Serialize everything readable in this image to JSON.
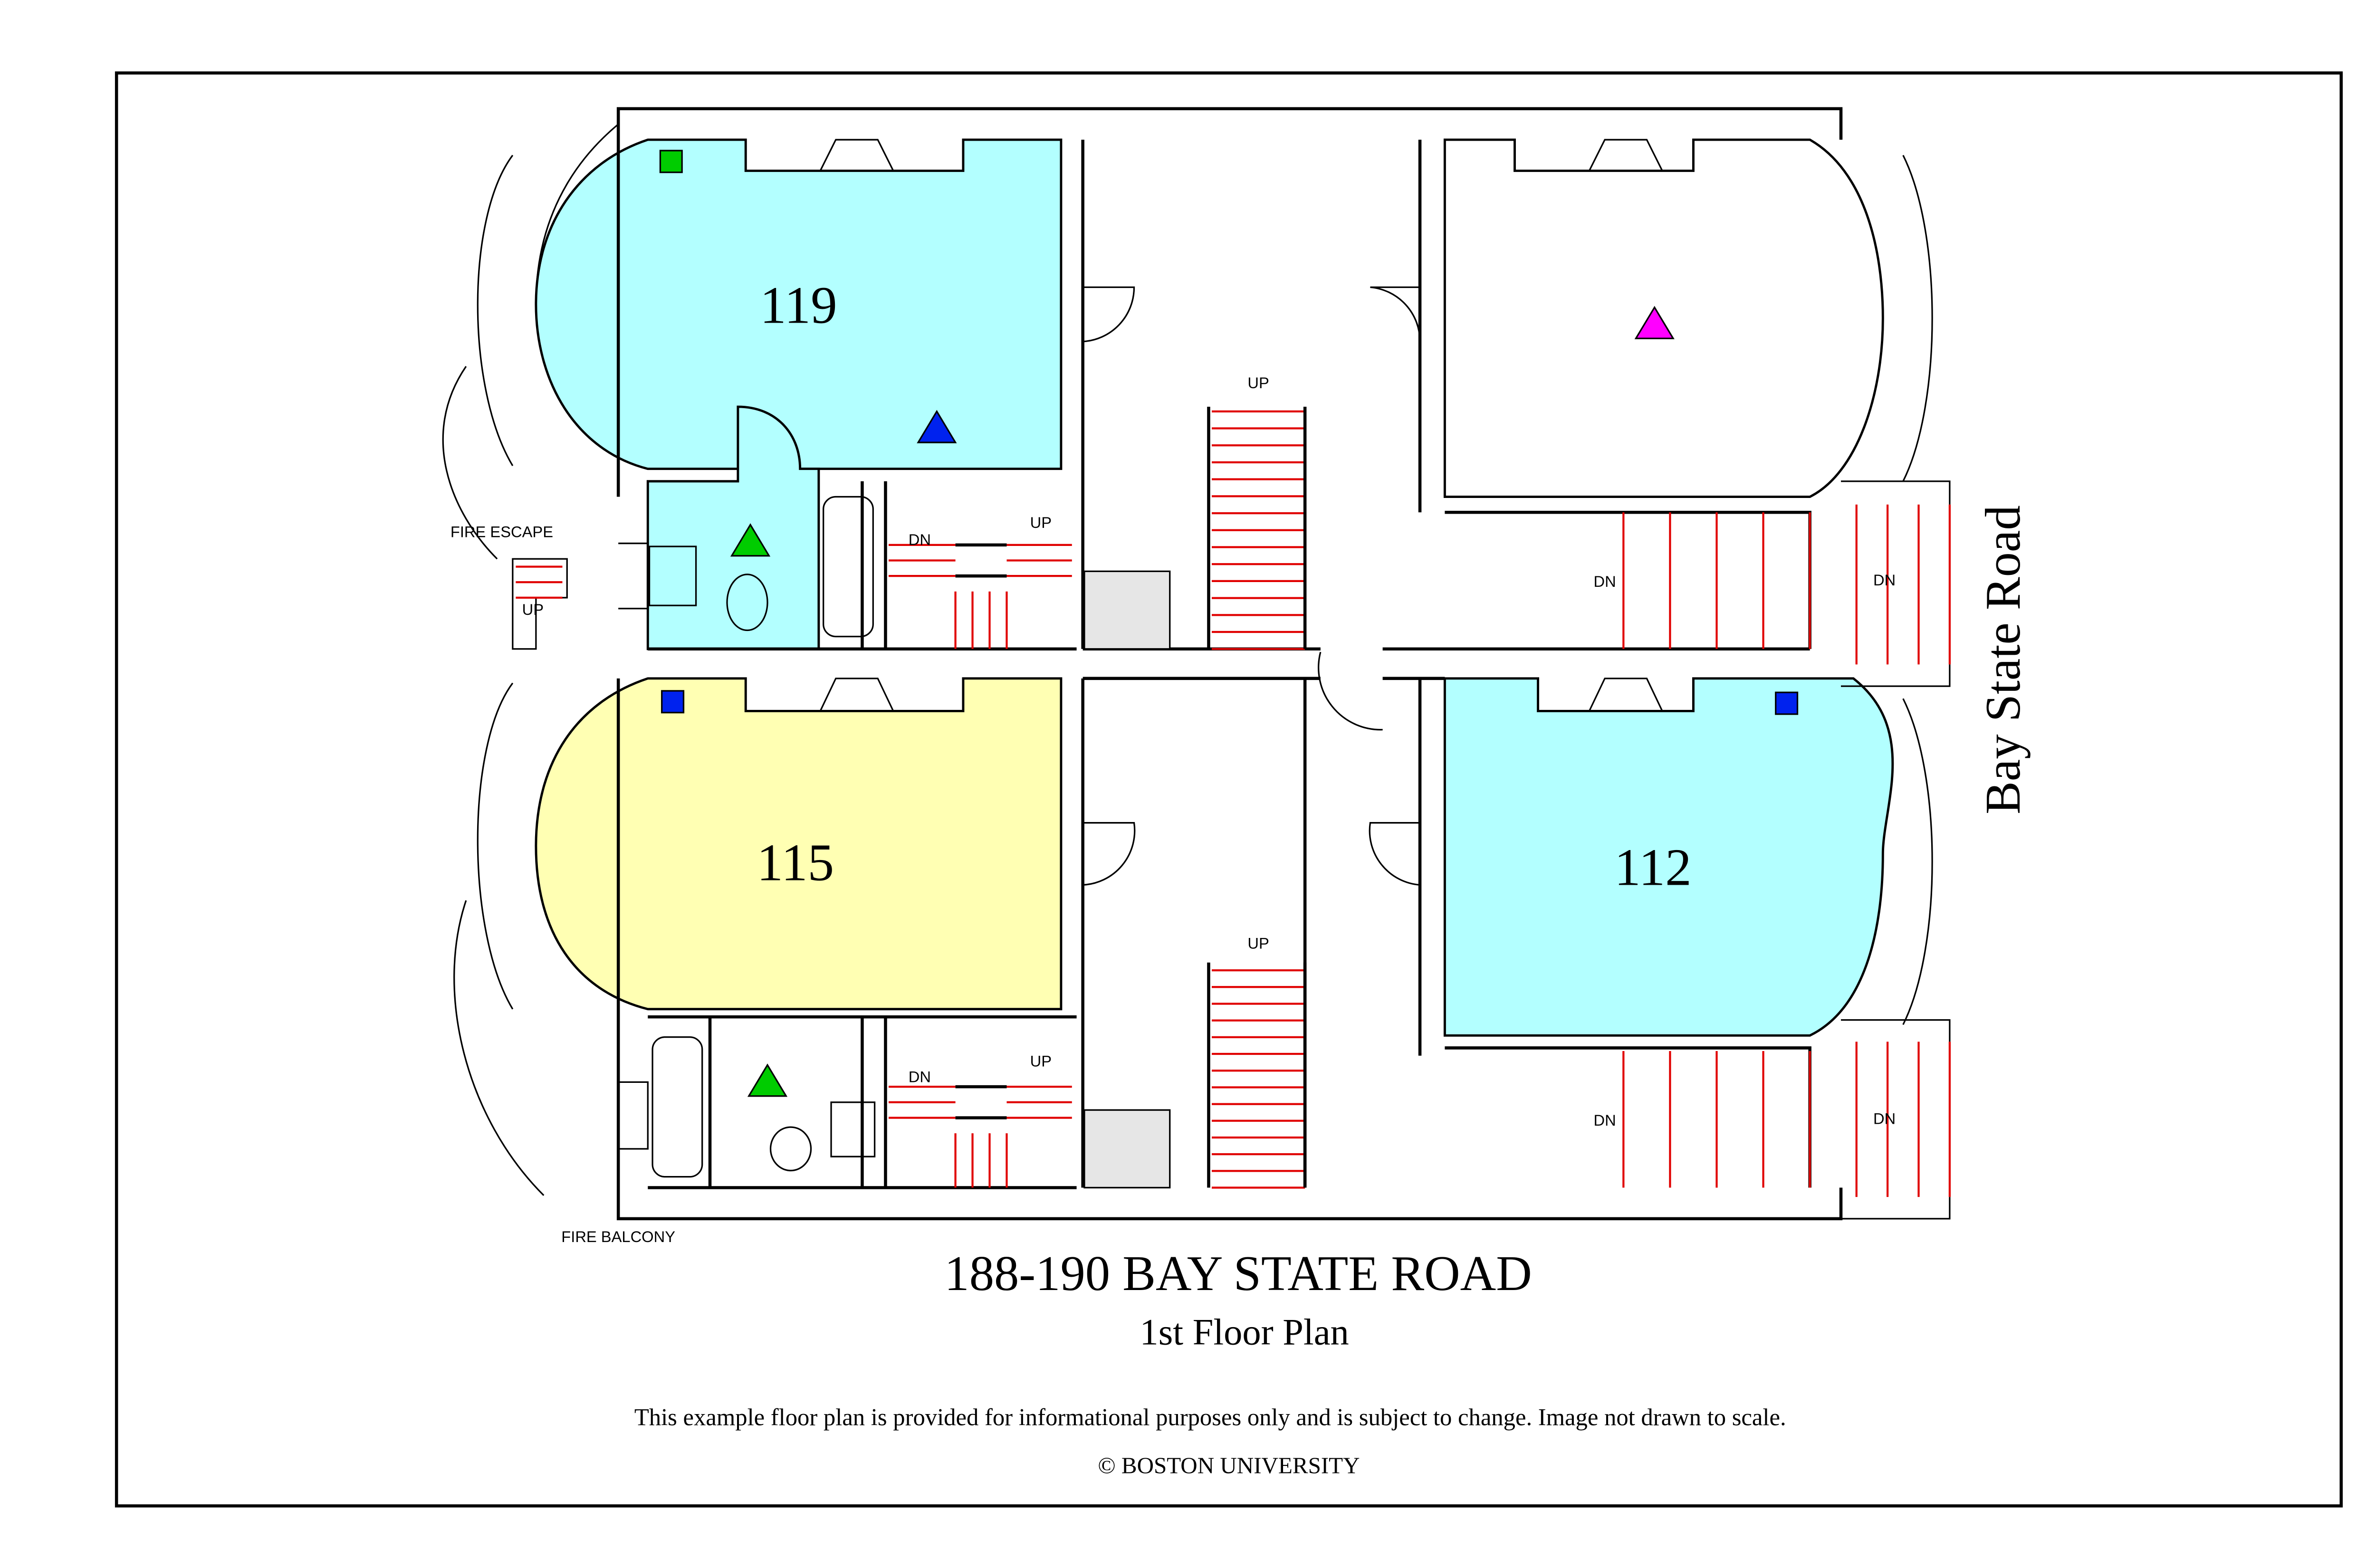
{
  "rooms": {
    "r119": {
      "label": "119",
      "fill": "#b3ffff"
    },
    "r115": {
      "label": "115",
      "fill": "#ffffb3"
    },
    "r112": {
      "label": "112",
      "fill": "#b3ffff"
    },
    "bath119": {
      "fill": "#b3ffff"
    }
  },
  "markers": {
    "green": "#00cc00",
    "blue": "#0022ee",
    "magenta": "#ff00ff"
  },
  "labels": {
    "fire_escape": "FIRE ESCAPE",
    "fire_escape_up": "UP",
    "fire_balcony": "FIRE BALCONY",
    "stair_main_up_1": "UP",
    "stair_main_up_2": "UP",
    "stair_small_dn_1": "DN",
    "stair_small_up_1": "UP",
    "stair_small_dn_2": "DN",
    "stair_small_up_2": "UP",
    "stair_right_dn_1": "DN",
    "stair_right_dn_2": "DN",
    "stair_right_dn_3": "DN",
    "stair_right_dn_4": "DN",
    "street": "Bay State Road"
  },
  "footer": {
    "title": "188-190 BAY STATE ROAD",
    "subtitle": "1st Floor Plan",
    "disclaimer": "This example floor plan is provided for informational purposes only and is subject to change. Image not drawn to scale.",
    "copyright": "© BOSTON UNIVERSITY"
  }
}
